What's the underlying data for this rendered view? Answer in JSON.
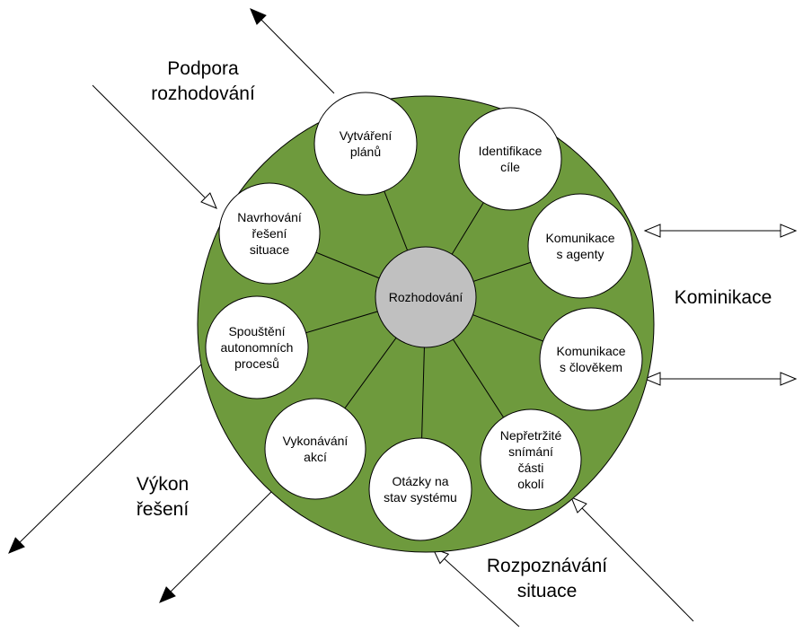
{
  "center": {
    "label": "Rozhodování"
  },
  "nodes": [
    {
      "id": "vytvareni-planu",
      "lines": [
        "Vytváření",
        "plánů"
      ]
    },
    {
      "id": "identifikace-cile",
      "lines": [
        "Identifikace",
        "cíle"
      ]
    },
    {
      "id": "komunikace-s-agenty",
      "lines": [
        "Komunikace",
        "s agenty"
      ]
    },
    {
      "id": "komunikace-s-clovekem",
      "lines": [
        "Komunikace",
        "s člověkem"
      ]
    },
    {
      "id": "neprerusite-snimani",
      "lines": [
        "Nepřetržité",
        "snímání",
        "části",
        "okolí"
      ]
    },
    {
      "id": "otazky-na-stav",
      "lines": [
        "Otázky na",
        "stav systému"
      ]
    },
    {
      "id": "vykonavani-akci",
      "lines": [
        "Vykonávání",
        "akcí"
      ]
    },
    {
      "id": "spousteni-procesu",
      "lines": [
        "Spouštění",
        "autonomních",
        "procesů"
      ]
    },
    {
      "id": "navrhovani-reseni",
      "lines": [
        "Navrhování",
        "řešení",
        "situace"
      ]
    }
  ],
  "outer_labels": {
    "podpora": [
      "Podpora",
      "rozhodování"
    ],
    "komunikace": [
      "Kominikace"
    ],
    "vykon": [
      "Výkon",
      "řešení"
    ],
    "rozpoznavani": [
      "Rozpoznávání",
      "situace"
    ]
  },
  "colors": {
    "ring": "#6e9a3d",
    "center_fill": "#c0c0c0",
    "node_fill": "#ffffff",
    "stroke": "#000000"
  }
}
